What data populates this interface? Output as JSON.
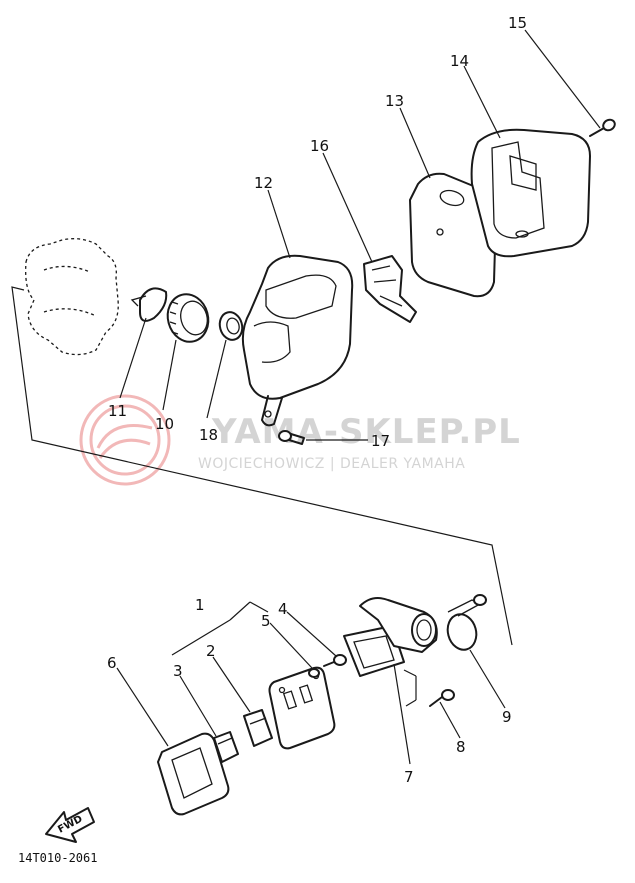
{
  "diagram": {
    "labels": {
      "p1": "1",
      "p2": "2",
      "p3": "3",
      "p4": "4",
      "p5": "5",
      "p6": "6",
      "p7": "7",
      "p8": "8",
      "p9": "9",
      "p10": "10",
      "p11": "11",
      "p12": "12",
      "p13": "13",
      "p14": "14",
      "p15": "15",
      "p16": "16",
      "p17": "17",
      "p18": "18"
    },
    "drawing_code": "14T010-2061",
    "fwd_arrow": "FWD"
  },
  "watermark": {
    "title": "YAMA-SKLEP.PL",
    "subtitle": "WOJCIECHOWICZ | DEALER YAMAHA",
    "seal_color": "#f2b8b8",
    "text_color": "#d4d4d4"
  }
}
